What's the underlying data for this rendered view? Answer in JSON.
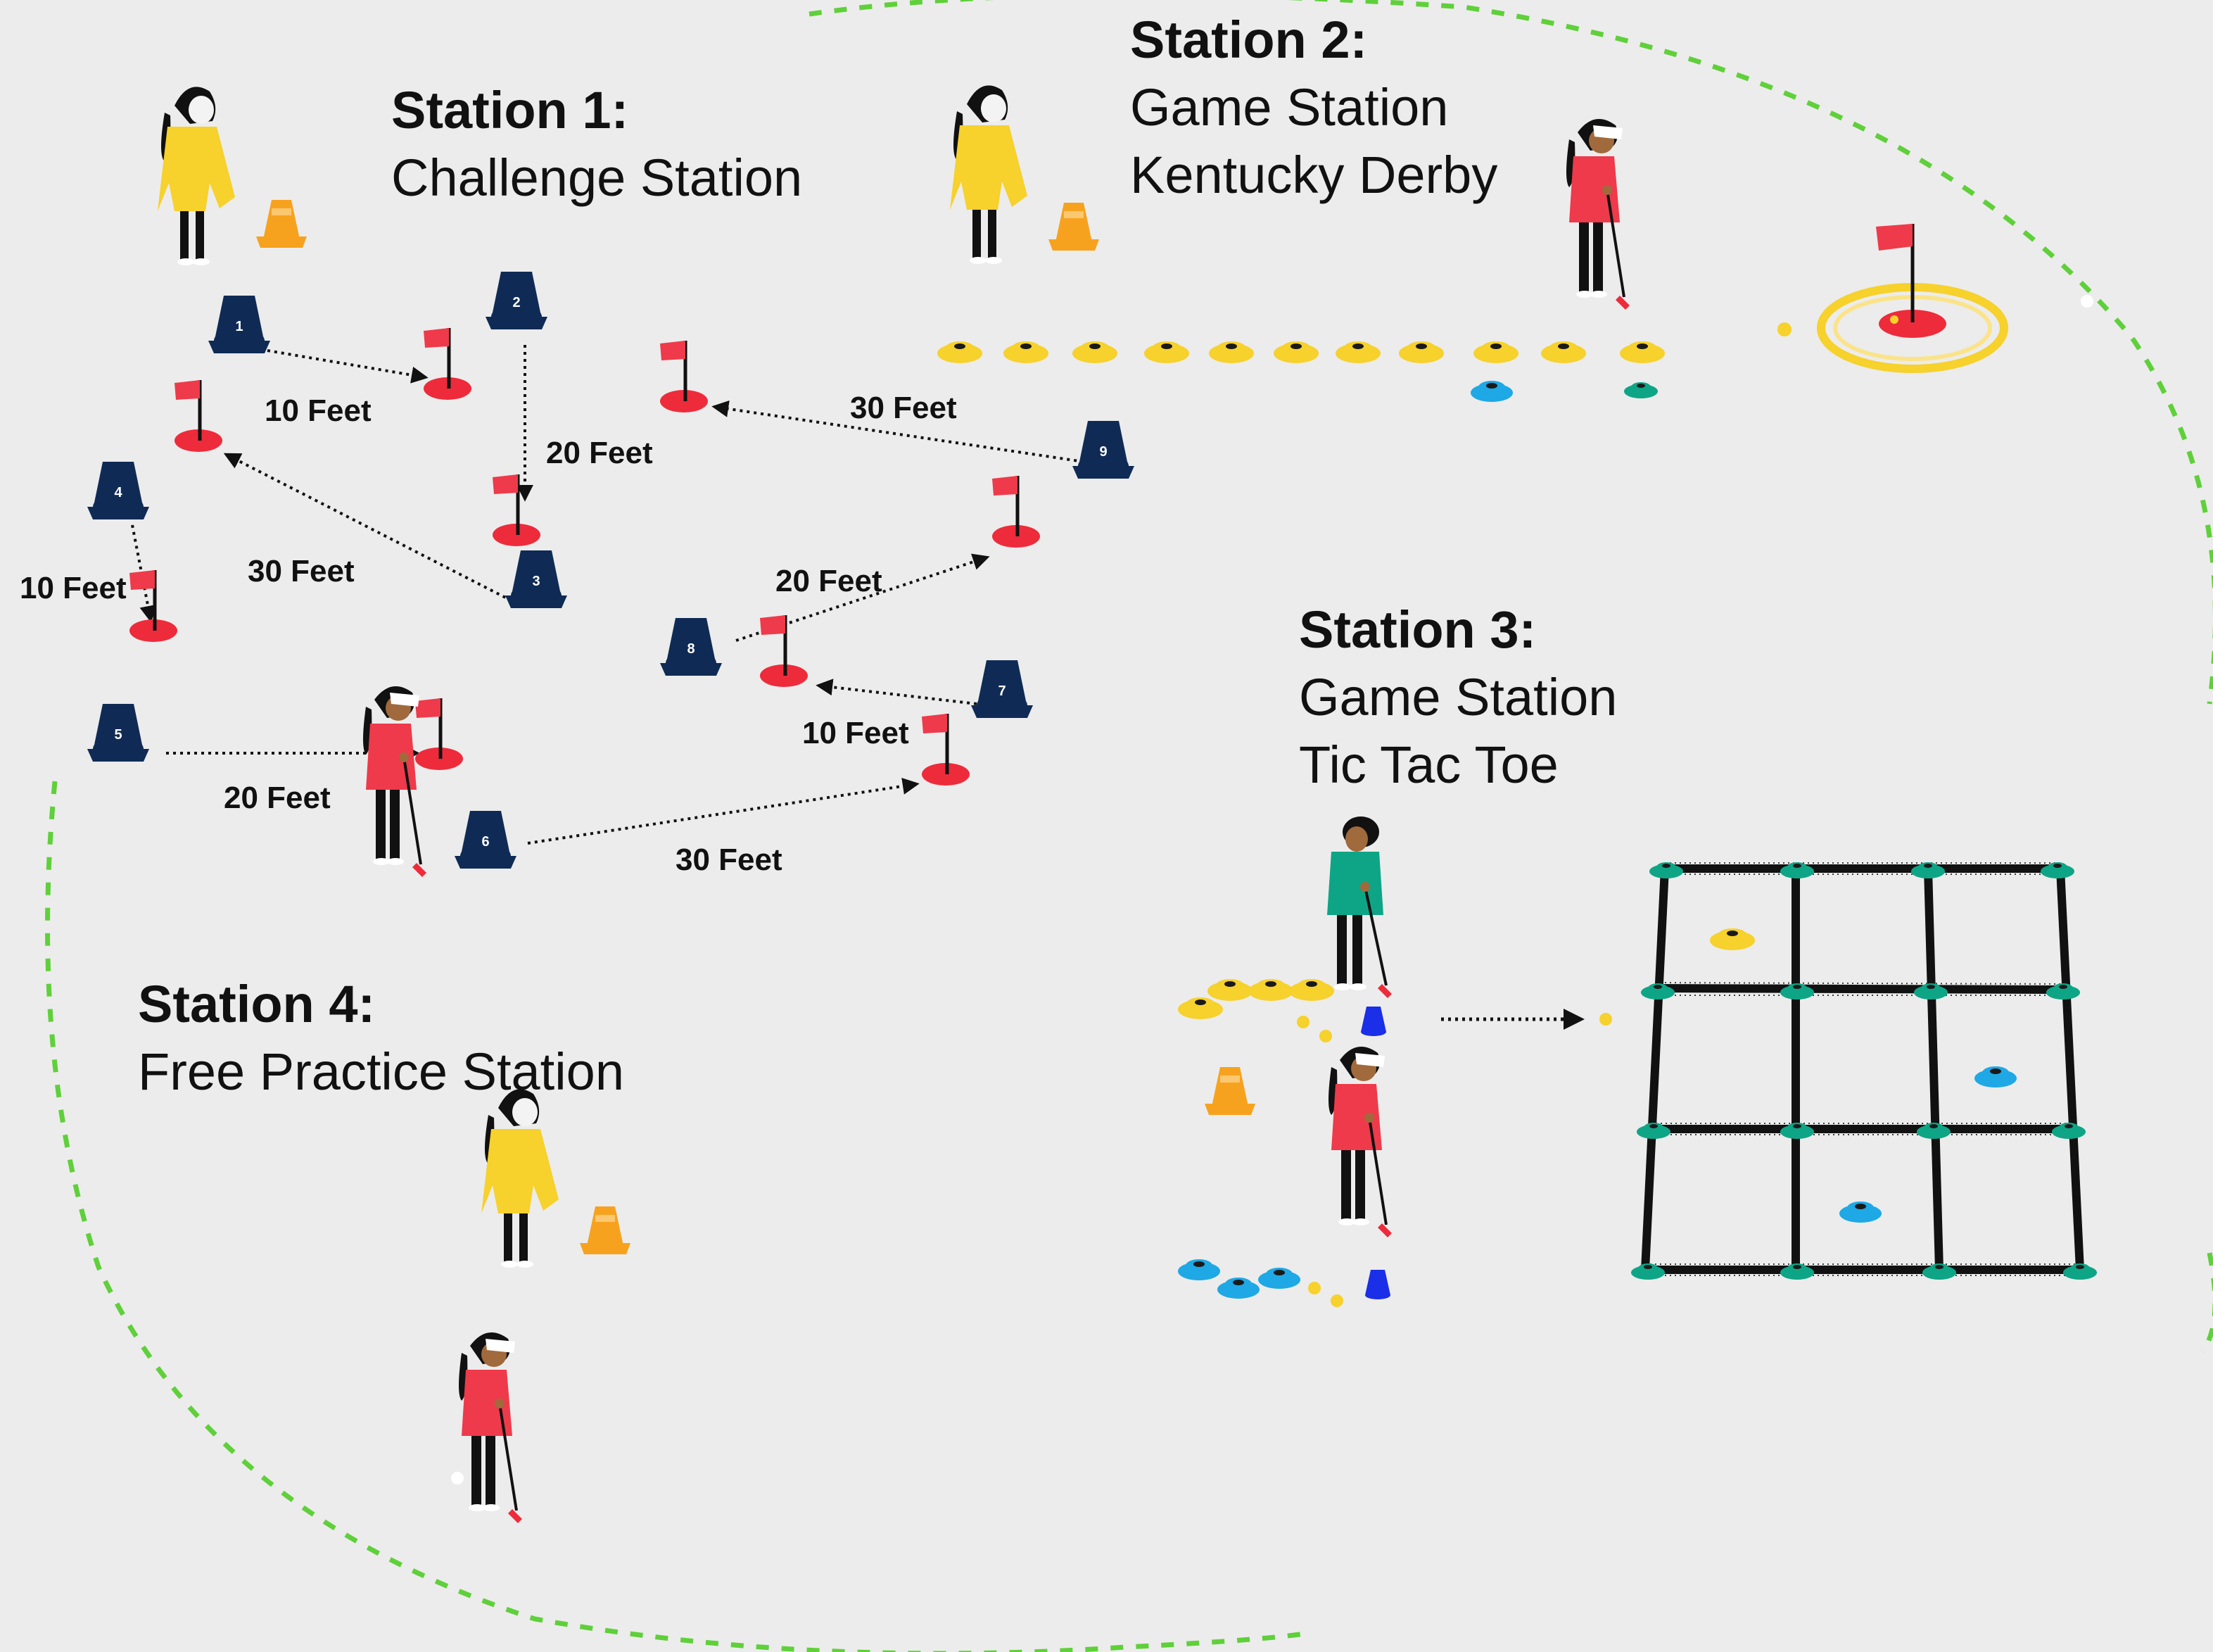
{
  "stations": {
    "s1": {
      "title": "Station 1:",
      "sub1": "Challenge Station"
    },
    "s2": {
      "title": "Station 2:",
      "sub1": "Game Station",
      "sub2": "Kentucky Derby"
    },
    "s3": {
      "title": "Station 3:",
      "sub1": "Game Station",
      "sub2": "Tic Tac Toe"
    },
    "s4": {
      "title": "Station 4:",
      "sub1": "Free Practice Station"
    }
  },
  "distances": {
    "d1": "10 Feet",
    "d2": "20 Feet",
    "d3": "30 Feet",
    "d4": "10 Feet",
    "d5": "20 Feet",
    "d6": "30 Feet",
    "d7": "10 Feet",
    "d8": "20 Feet",
    "d9": "30 Feet"
  },
  "cone_numbers": [
    "1",
    "2",
    "3",
    "4",
    "5",
    "6",
    "7",
    "8",
    "9"
  ],
  "colors": {
    "background": "#ececec",
    "boundary": "#5fd03a",
    "navy_cone": "#0f2b55",
    "hole_red": "#ee2b3b",
    "flag_red": "#ee3a4a",
    "yellow_spot": "#f7d12c",
    "orange_cone": "#f7a21e",
    "teal": "#0ea586",
    "blue_spot": "#1ea8e6",
    "blue_cone": "#1b2ee8"
  }
}
